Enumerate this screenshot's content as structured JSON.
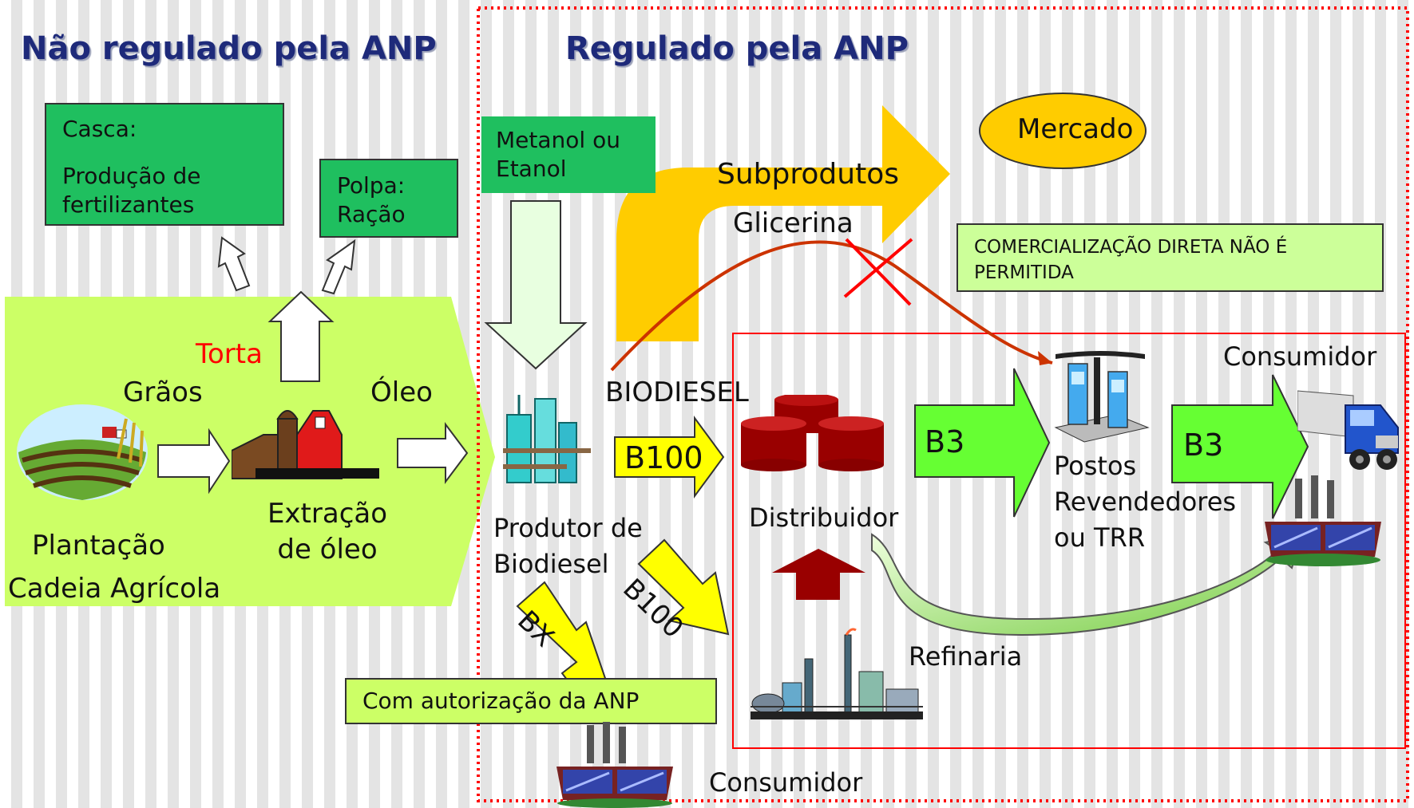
{
  "headings": {
    "not_regulated": "Não regulado pela ANP",
    "regulated": "Regulado pela ANP"
  },
  "boxes": {
    "casca_title": "Casca:",
    "casca_text": "Produção de fertilizantes",
    "polpa": "Polpa: Ração",
    "metanol": "Metanol ou Etanol",
    "mercado": "Mercado",
    "comercializacao": "COMERCIALIZAÇÃO DIRETA NÃO É PERMITIDA",
    "autorizacao": "Com autorização da ANP"
  },
  "labels": {
    "torta": "Torta",
    "graos": "Grãos",
    "oleo": "Óleo",
    "plantacao": "Plantação",
    "cadeia": "Cadeia Agrícola",
    "extracao": "Extração de óleo",
    "subprodutos": "Subprodutos",
    "glicerina": "Glicerina",
    "biodiesel": "BIODIESEL",
    "b100": "B100",
    "b100_diag": "B100",
    "bx": "BX",
    "produtor": "Produtor de Biodiesel",
    "distribuidor": "Distribuidor",
    "b3_a": "B3",
    "b3_b": "B3",
    "postos": "Postos Revendedores ou TRR",
    "consumidor_top": "Consumidor",
    "consumidor_bottom": "Consumidor",
    "refinaria": "Refinaria"
  },
  "icons": [
    "farm-field-icon",
    "barn-icon",
    "biodiesel-plant-icon",
    "storage-tanks-icon",
    "fuel-pump-icon",
    "truck-icon",
    "factory-icon",
    "refinery-icon"
  ],
  "colors": {
    "heading": "#1e2a7a",
    "green_box": "#1fbf5f",
    "light_green": "#ccff99",
    "lime_region": "#ccff66",
    "yellow": "#ffff00",
    "orange_arrow": "#ffcc00",
    "red_border": "#ff0000",
    "tank_red": "#990000"
  }
}
